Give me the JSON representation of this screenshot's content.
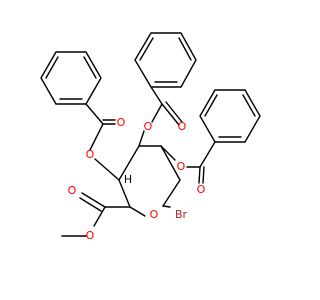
{
  "molecule": {
    "atom_labels": {
      "o_ring": "O",
      "br": "Br",
      "h": "H",
      "o_ester_carbonyl": "O",
      "o_ester_methoxy": "O",
      "o_left_ether": "O",
      "o_left_carbonyl": "O",
      "o_mid_ether": "O",
      "o_mid_carbonyl": "O",
      "o_right_ether": "O",
      "o_right_carbonyl": "O"
    },
    "colors": {
      "bond": "#000000",
      "oxygen": "#ff0000",
      "bromine": "#a52a2a",
      "hydrogen": "#000000"
    }
  }
}
